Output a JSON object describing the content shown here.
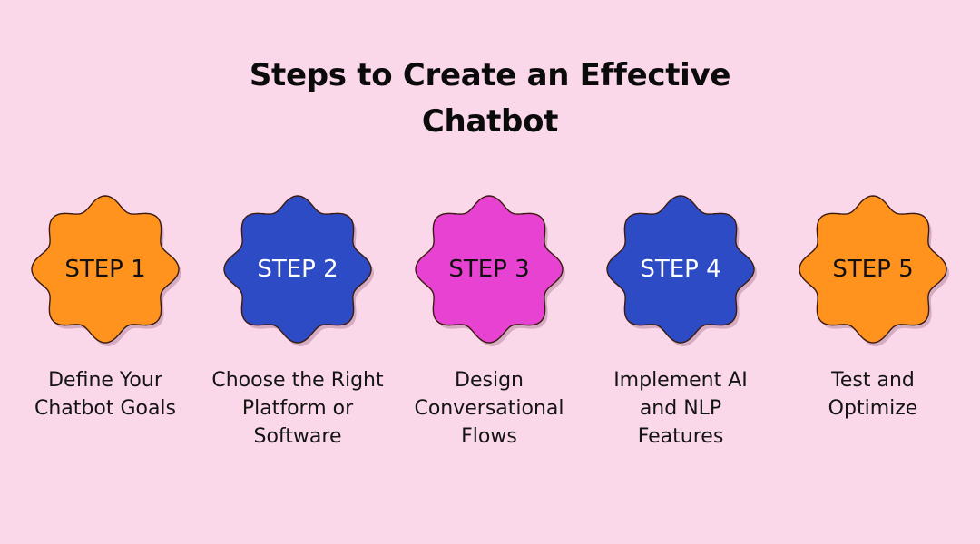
{
  "title": {
    "line1": "Steps to Create an Effective",
    "line2": "Chatbot"
  },
  "colors": {
    "background": "#FAD7E9",
    "orange": "#FF931E",
    "blue": "#2E4BC6",
    "magenta": "#E842D2",
    "outline": "#3a1a10"
  },
  "steps": [
    {
      "label": "STEP 1",
      "fill": "#FF931E",
      "text_color": "#111111",
      "caption": [
        "Define Your",
        "Chatbot Goals"
      ]
    },
    {
      "label": "STEP 2",
      "fill": "#2E4BC6",
      "text_color": "#FFFFFF",
      "caption": [
        "Choose the Right",
        "Platform or",
        "Software"
      ]
    },
    {
      "label": "STEP 3",
      "fill": "#E842D2",
      "text_color": "#111111",
      "caption": [
        "Design",
        "Conversational",
        "Flows"
      ]
    },
    {
      "label": "STEP 4",
      "fill": "#2E4BC6",
      "text_color": "#FFFFFF",
      "caption": [
        "Implement AI",
        "and NLP",
        "Features"
      ]
    },
    {
      "label": "STEP 5",
      "fill": "#FF931E",
      "text_color": "#111111",
      "caption": [
        "Test and",
        "Optimize"
      ]
    }
  ]
}
